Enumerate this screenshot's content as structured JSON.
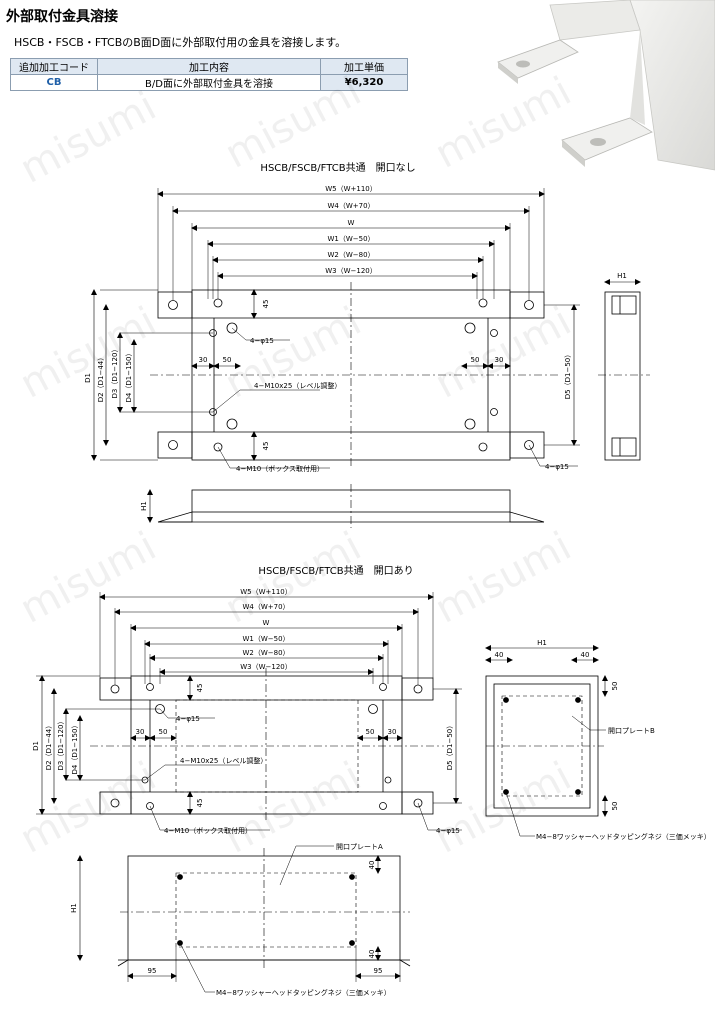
{
  "header": {
    "title": "外部取付金具溶接",
    "description": "HSCB・FSCB・FTCBのB面D面に外部取付用の金具を溶接します。"
  },
  "option_table": {
    "headers": [
      "追加加工コード",
      "加工内容",
      "加工単価"
    ],
    "rows": [
      {
        "code": "CB",
        "content": "B/D面に外部取付金具を溶接",
        "price": "¥6,320"
      }
    ]
  },
  "drawing_top": {
    "title": "HSCB/FSCB/FTCB共通　開口なし",
    "dims": {
      "w5": "W5（W+110）",
      "w4": "W4（W+70）",
      "w": "W",
      "w1": "W1（W−50）",
      "w2": "W2（W−80）",
      "w3": "W3（W−120）",
      "h1": "H1",
      "d1": "D1",
      "d2": "D2（D1−44）",
      "d3": "D3（D1−120）",
      "d4": "D4（D1−150）",
      "d5": "D5（D1−50）",
      "v45": "45",
      "v30": "30",
      "v50": "50"
    },
    "notes": {
      "hole15": "4−φ15",
      "m10x25": "4−M10x25（レベル調整）",
      "m10box": "4−M10（ボックス取付用）"
    }
  },
  "drawing_bottom": {
    "title": "HSCB/FSCB/FTCB共通　開口あり",
    "dims": {
      "v40": "40",
      "v95": "95"
    },
    "notes": {
      "plate_b": "開口プレートB",
      "plate_a": "開口プレートA",
      "screw": "M4−8ワッシャーヘッドタッピングネジ（三価メッキ）"
    }
  },
  "watermark": "misumi"
}
